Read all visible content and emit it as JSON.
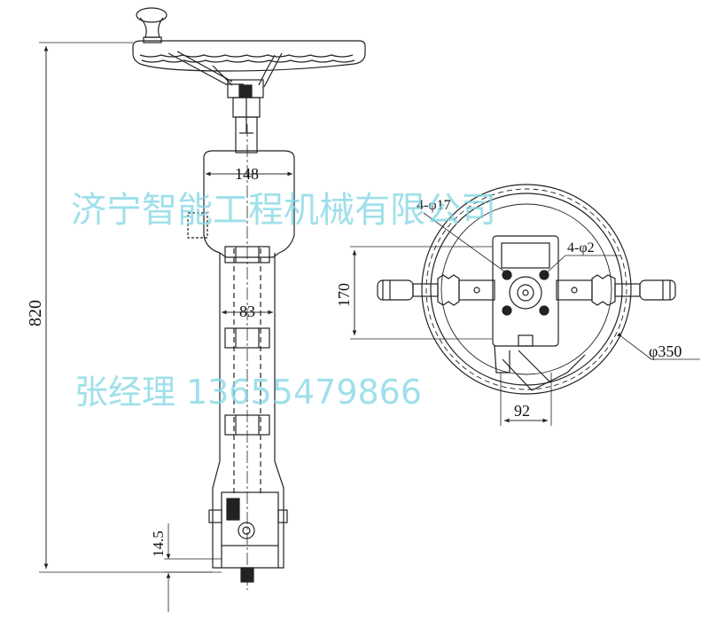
{
  "dimensions": {
    "height_total": "820",
    "width_upper": "148",
    "width_shaft": "83",
    "bottom_offset": "14.5",
    "holes_small": "4-φ17",
    "holes_large": "4-φ2",
    "mount_height": "170",
    "wheel_diameter": "φ350",
    "mount_width": "92"
  },
  "watermark": {
    "company": "济宁智能工程机械有限公司",
    "contact": "张经理 13655479866"
  },
  "colors": {
    "line": "#222222",
    "watermark": "#7fd6e4"
  }
}
